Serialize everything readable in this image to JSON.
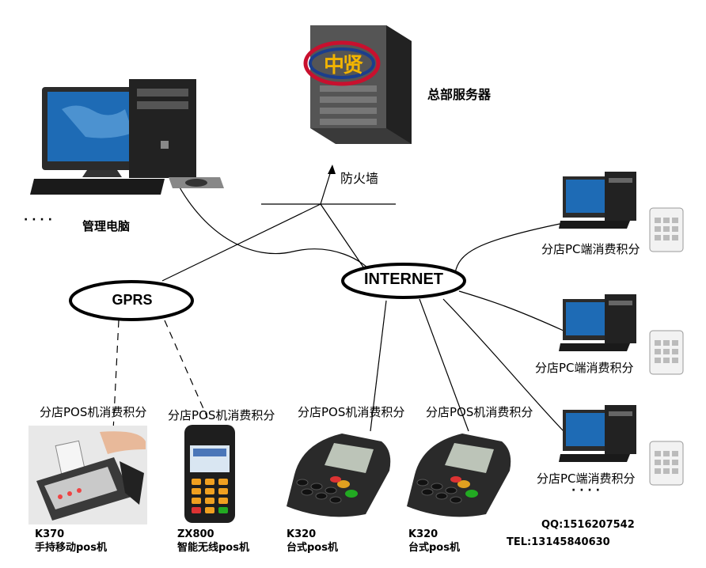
{
  "title": "",
  "nodes": {
    "server": "总部服务器",
    "server_logo": "中贤",
    "firewall": "防火墙",
    "mgmt_pc": "管理电脑",
    "mgmt_dots": "· · · ·",
    "internet": "INTERNET",
    "gprs": "GPRS"
  },
  "branch_pc_label": "分店PC端消费积分",
  "bottom_dots": "· · · ·",
  "pos_devices": [
    {
      "label": "分店POS机消费积分",
      "model": "K370",
      "desc": "手持移动pos机"
    },
    {
      "label": "分店POS机消费积分",
      "model": "ZX800",
      "desc": "智能无线pos机"
    },
    {
      "label": "分店POS机消费积分",
      "model": "K320",
      "desc": "台式pos机"
    },
    {
      "label": "分店POS机消费积分",
      "model": "K320",
      "desc": "台式pos机"
    }
  ],
  "contact": {
    "qq": "QQ:1516207542",
    "tel": "TEL:13145840630"
  },
  "colors": {
    "line": "#000000",
    "screen": "#1e6bb5",
    "body": "#2a2a2a"
  },
  "edges": [
    [
      "mgmt-pc",
      "internet"
    ],
    [
      "internet",
      "firewall"
    ],
    [
      "gprs",
      "firewall"
    ],
    [
      "internet",
      "branch-pc-1"
    ],
    [
      "internet",
      "branch-pc-2"
    ],
    [
      "internet",
      "branch-pc-3"
    ],
    [
      "internet",
      "pos-k320-1"
    ],
    [
      "internet",
      "pos-k320-2"
    ],
    [
      "gprs",
      "pos-k370"
    ],
    [
      "gprs",
      "pos-zx800"
    ]
  ]
}
